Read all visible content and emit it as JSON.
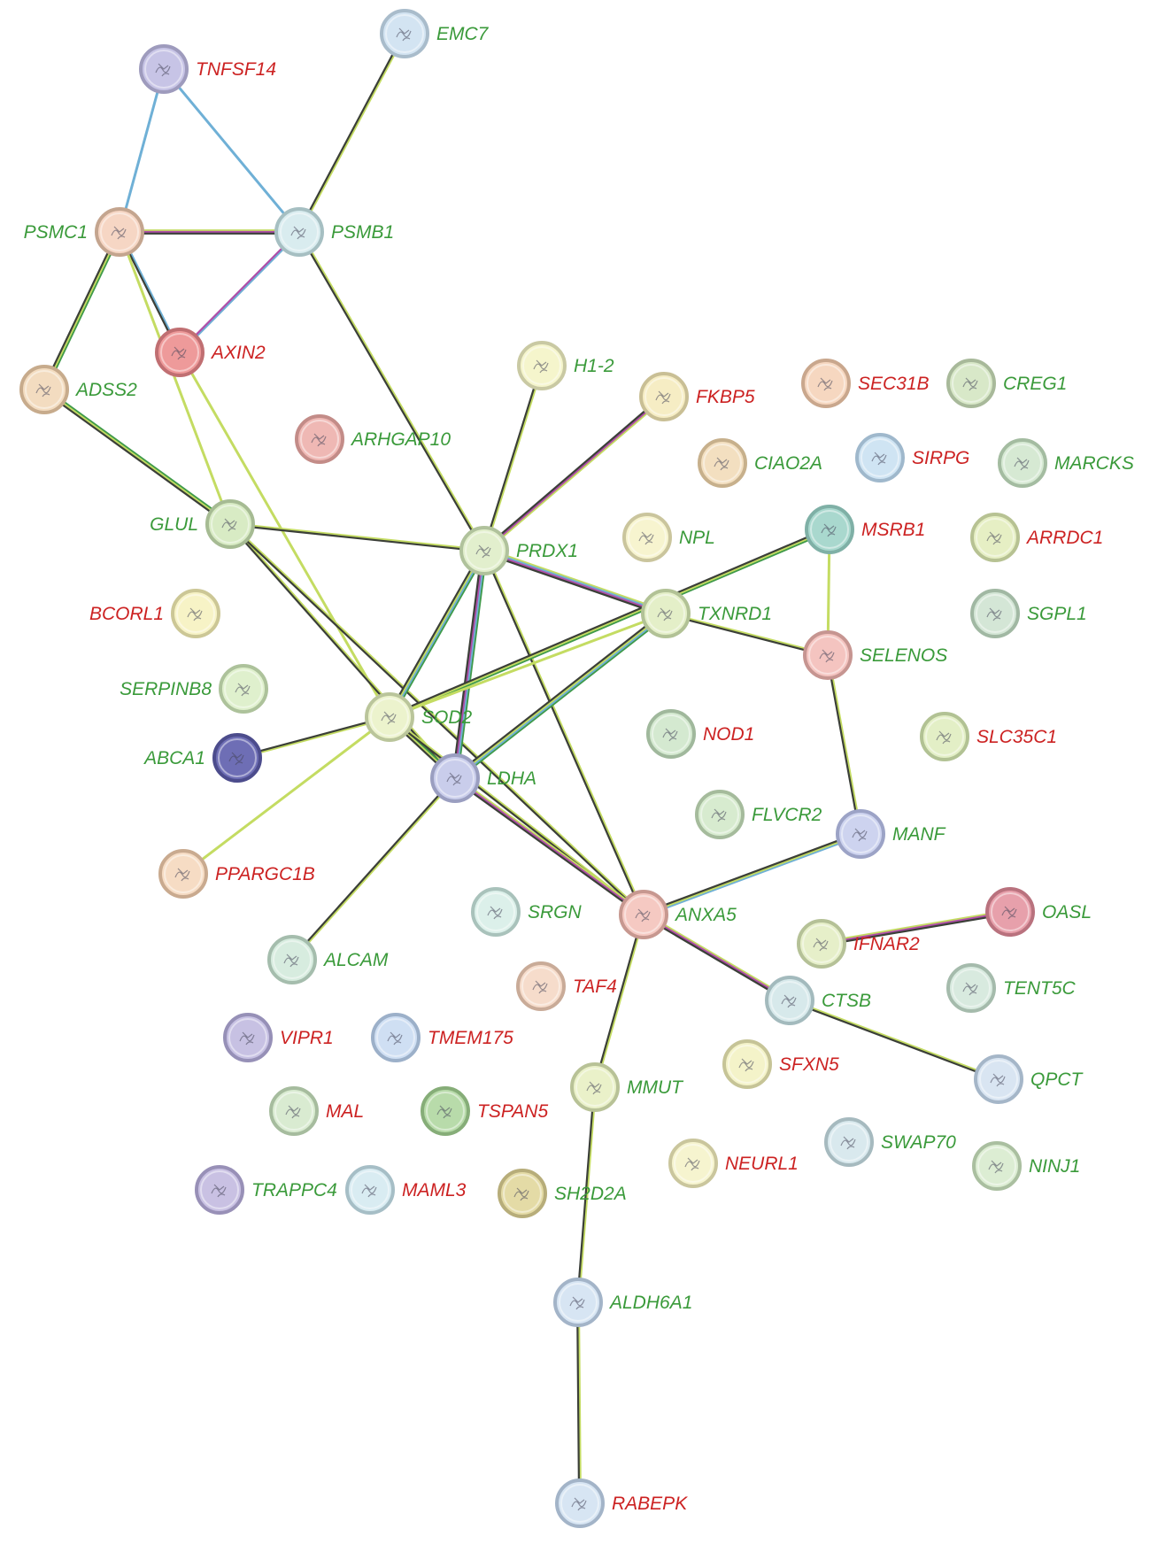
{
  "colors": {
    "label_up": "#cc2222",
    "label_down": "#3a9a3a",
    "edge_black": "#3b3f38",
    "edge_yellow": "#c4dc62",
    "edge_blue": "#6fb0d6",
    "edge_magenta": "#b04ea8",
    "edge_green": "#3f9a4a"
  },
  "nodes": [
    {
      "id": "EMC7",
      "label": "EMC7",
      "dir": "down",
      "fill": "#d3e4f2",
      "ring": "#a9bccb"
    },
    {
      "id": "TNFSF14",
      "label": "TNFSF14",
      "dir": "up",
      "fill": "#c7c4e6",
      "ring": "#9e9bbd"
    },
    {
      "id": "PSMC1",
      "label": "PSMC1",
      "dir": "down",
      "fill": "#f6d6c4",
      "ring": "#c4a58f"
    },
    {
      "id": "PSMB1",
      "label": "PSMB1",
      "dir": "down",
      "fill": "#d9ecef",
      "ring": "#a6bfc2"
    },
    {
      "id": "AXIN2",
      "label": "AXIN2",
      "dir": "up",
      "fill": "#ee9a9a",
      "ring": "#c06f72"
    },
    {
      "id": "ADSS2",
      "label": "ADSS2",
      "dir": "down",
      "fill": "#f3dcc0",
      "ring": "#c7ab8c"
    },
    {
      "id": "H1-2",
      "label": "H1-2",
      "dir": "down",
      "fill": "#f5f5cc",
      "ring": "#c9c9a3"
    },
    {
      "id": "FKBP5",
      "label": "FKBP5",
      "dir": "up",
      "fill": "#f6edc4",
      "ring": "#c9bf95"
    },
    {
      "id": "SEC31B",
      "label": "SEC31B",
      "dir": "up",
      "fill": "#f6d7c0",
      "ring": "#c9a78d"
    },
    {
      "id": "CREG1",
      "label": "CREG1",
      "dir": "down",
      "fill": "#d8e8c8",
      "ring": "#a8b99a"
    },
    {
      "id": "ARHGAP10",
      "label": "ARHGAP10",
      "dir": "down",
      "fill": "#efb8b4",
      "ring": "#c38c88"
    },
    {
      "id": "CIAO2A",
      "label": "CIAO2A",
      "dir": "down",
      "fill": "#f3dfc0",
      "ring": "#c7b08c"
    },
    {
      "id": "SIRPG",
      "label": "SIRPG",
      "dir": "up",
      "fill": "#cfe4f3",
      "ring": "#9fb8cc"
    },
    {
      "id": "MARCKS",
      "label": "MARCKS",
      "dir": "down",
      "fill": "#d6e9d3",
      "ring": "#a4bca1"
    },
    {
      "id": "GLUL",
      "label": "GLUL",
      "dir": "down",
      "fill": "#d8ebc4",
      "ring": "#a6bb93"
    },
    {
      "id": "PRDX1",
      "label": "PRDX1",
      "dir": "down",
      "fill": "#e2efcd",
      "ring": "#b0c29c"
    },
    {
      "id": "NPL",
      "label": "NPL",
      "dir": "down",
      "fill": "#f7f4cf",
      "ring": "#cac59d"
    },
    {
      "id": "MSRB1",
      "label": "MSRB1",
      "dir": "up",
      "fill": "#a9d8ce",
      "ring": "#7fb0a6"
    },
    {
      "id": "ARRDC1",
      "label": "ARRDC1",
      "dir": "up",
      "fill": "#e6efc4",
      "ring": "#b7c293"
    },
    {
      "id": "TXNRD1",
      "label": "TXNRD1",
      "dir": "down",
      "fill": "#e4efc8",
      "ring": "#b2c296"
    },
    {
      "id": "BCORL1",
      "label": "BCORL1",
      "dir": "up",
      "fill": "#f7f3c6",
      "ring": "#ccc796"
    },
    {
      "id": "SGPL1",
      "label": "SGPL1",
      "dir": "down",
      "fill": "#d4e6d6",
      "ring": "#a1b8a3"
    },
    {
      "id": "SELENOS",
      "label": "SELENOS",
      "dir": "down",
      "fill": "#f4c4c0",
      "ring": "#c69591"
    },
    {
      "id": "SERPINB8",
      "label": "SERPINB8",
      "dir": "down",
      "fill": "#dff0cd",
      "ring": "#adc29b"
    },
    {
      "id": "SOD2",
      "label": "SOD2",
      "dir": "down",
      "fill": "#ecf3cd",
      "ring": "#bac59b"
    },
    {
      "id": "ABCA1",
      "label": "ABCA1",
      "dir": "down",
      "fill": "#6e6eb5",
      "ring": "#4c4c8c"
    },
    {
      "id": "LDHA",
      "label": "LDHA",
      "dir": "down",
      "fill": "#c9cdeb",
      "ring": "#9a9ec0"
    },
    {
      "id": "NOD1",
      "label": "NOD1",
      "dir": "up",
      "fill": "#d4e9d0",
      "ring": "#a0b89c"
    },
    {
      "id": "SLC35C1",
      "label": "SLC35C1",
      "dir": "up",
      "fill": "#e3efc6",
      "ring": "#b2c294"
    },
    {
      "id": "FLVCR2",
      "label": "FLVCR2",
      "dir": "down",
      "fill": "#d7ebcf",
      "ring": "#a5bb9c"
    },
    {
      "id": "MANF",
      "label": "MANF",
      "dir": "down",
      "fill": "#cdd3ef",
      "ring": "#9ca3c6"
    },
    {
      "id": "PPARGC1B",
      "label": "PPARGC1B",
      "dir": "up",
      "fill": "#f6dcc4",
      "ring": "#c9aa8f"
    },
    {
      "id": "SRGN",
      "label": "SRGN",
      "dir": "down",
      "fill": "#dcf0ea",
      "ring": "#a9c2bb"
    },
    {
      "id": "ANXA5",
      "label": "ANXA5",
      "dir": "down",
      "fill": "#f5c9c2",
      "ring": "#c79890"
    },
    {
      "id": "OASL",
      "label": "OASL",
      "dir": "down",
      "fill": "#e7a0ab",
      "ring": "#b9727e"
    },
    {
      "id": "IFNAR2",
      "label": "IFNAR2",
      "dir": "up",
      "fill": "#e6efc9",
      "ring": "#b5c197"
    },
    {
      "id": "ALCAM",
      "label": "ALCAM",
      "dir": "down",
      "fill": "#d7ecdf",
      "ring": "#a5bdad"
    },
    {
      "id": "TAF4",
      "label": "TAF4",
      "dir": "up",
      "fill": "#f6dccb",
      "ring": "#c9ab98"
    },
    {
      "id": "TENT5C",
      "label": "TENT5C",
      "dir": "down",
      "fill": "#d8eadf",
      "ring": "#a5bbac"
    },
    {
      "id": "CTSB",
      "label": "CTSB",
      "dir": "down",
      "fill": "#d7e9eb",
      "ring": "#a3babd"
    },
    {
      "id": "VIPR1",
      "label": "VIPR1",
      "dir": "up",
      "fill": "#c7c1e3",
      "ring": "#9690b7"
    },
    {
      "id": "TMEM175",
      "label": "TMEM175",
      "dir": "up",
      "fill": "#cfdff3",
      "ring": "#9cb0c9"
    },
    {
      "id": "SFXN5",
      "label": "SFXN5",
      "dir": "up",
      "fill": "#f4f3c9",
      "ring": "#c6c497"
    },
    {
      "id": "QPCT",
      "label": "QPCT",
      "dir": "down",
      "fill": "#d9e5f2",
      "ring": "#a5b6c8"
    },
    {
      "id": "MMUT",
      "label": "MMUT",
      "dir": "down",
      "fill": "#eaf1c9",
      "ring": "#b8c297"
    },
    {
      "id": "MAL",
      "label": "MAL",
      "dir": "up",
      "fill": "#d9ebd1",
      "ring": "#a6bc9e"
    },
    {
      "id": "TSPAN5",
      "label": "TSPAN5",
      "dir": "up",
      "fill": "#b8dbaa",
      "ring": "#86ad78"
    },
    {
      "id": "SWAP70",
      "label": "SWAP70",
      "dir": "down",
      "fill": "#d9e9ee",
      "ring": "#a6babf"
    },
    {
      "id": "NEURL1",
      "label": "NEURL1",
      "dir": "up",
      "fill": "#f6f4cf",
      "ring": "#cac69d"
    },
    {
      "id": "NINJ1",
      "label": "NINJ1",
      "dir": "down",
      "fill": "#dcedd3",
      "ring": "#aabfa0"
    },
    {
      "id": "TRAPPC4",
      "label": "TRAPPC4",
      "dir": "down",
      "fill": "#c9c1e3",
      "ring": "#9890b7"
    },
    {
      "id": "MAML3",
      "label": "MAML3",
      "dir": "up",
      "fill": "#d9ecf2",
      "ring": "#a6bec6"
    },
    {
      "id": "SH2D2A",
      "label": "SH2D2A",
      "dir": "down",
      "fill": "#e4dba6",
      "ring": "#b7ad7a"
    },
    {
      "id": "ALDH6A1",
      "label": "ALDH6A1",
      "dir": "down",
      "fill": "#d7e5f3",
      "ring": "#a3b4c8"
    },
    {
      "id": "RABEPK",
      "label": "RABEPK",
      "dir": "up",
      "fill": "#d7e5f3",
      "ring": "#a3b4c8"
    }
  ],
  "edges": [
    {
      "source": "TNFSF14",
      "target": "PSMC1",
      "evidence": [
        "blue"
      ]
    },
    {
      "source": "TNFSF14",
      "target": "PSMB1",
      "evidence": [
        "blue"
      ]
    },
    {
      "source": "EMC7",
      "target": "PSMB1",
      "evidence": [
        "yellow",
        "black"
      ]
    },
    {
      "source": "PSMC1",
      "target": "PSMB1",
      "evidence": [
        "yellow",
        "magenta",
        "black"
      ]
    },
    {
      "source": "PSMC1",
      "target": "AXIN2",
      "evidence": [
        "blue",
        "black"
      ]
    },
    {
      "source": "PSMB1",
      "target": "AXIN2",
      "evidence": [
        "blue",
        "magenta"
      ]
    },
    {
      "source": "PSMC1",
      "target": "ADSS2",
      "evidence": [
        "green",
        "yellow",
        "black"
      ]
    },
    {
      "source": "PSMC1",
      "target": "GLUL",
      "evidence": [
        "yellow"
      ]
    },
    {
      "source": "ADSS2",
      "target": "GLUL",
      "evidence": [
        "green",
        "yellow",
        "black"
      ]
    },
    {
      "source": "AXIN2",
      "target": "SOD2",
      "evidence": [
        "yellow"
      ]
    },
    {
      "source": "PSMB1",
      "target": "PRDX1",
      "evidence": [
        "yellow",
        "black"
      ]
    },
    {
      "source": "GLUL",
      "target": "PRDX1",
      "evidence": [
        "yellow",
        "black"
      ]
    },
    {
      "source": "GLUL",
      "target": "LDHA",
      "evidence": [
        "yellow",
        "black"
      ]
    },
    {
      "source": "GLUL",
      "target": "ANXA5",
      "evidence": [
        "yellow",
        "black"
      ]
    },
    {
      "source": "H1-2",
      "target": "PRDX1",
      "evidence": [
        "yellow",
        "black"
      ]
    },
    {
      "source": "FKBP5",
      "target": "PRDX1",
      "evidence": [
        "yellow",
        "magenta",
        "black"
      ]
    },
    {
      "source": "PRDX1",
      "target": "TXNRD1",
      "evidence": [
        "yellow",
        "blue",
        "magenta",
        "black"
      ]
    },
    {
      "source": "PRDX1",
      "target": "SOD2",
      "evidence": [
        "green",
        "blue",
        "yellow",
        "black"
      ]
    },
    {
      "source": "PRDX1",
      "target": "LDHA",
      "evidence": [
        "green",
        "blue",
        "magenta",
        "black"
      ]
    },
    {
      "source": "PRDX1",
      "target": "ANXA5",
      "evidence": [
        "yellow",
        "black"
      ]
    },
    {
      "source": "MSRB1",
      "target": "SOD2",
      "evidence": [
        "green",
        "yellow",
        "black"
      ]
    },
    {
      "source": "MSRB1",
      "target": "SELENOS",
      "evidence": [
        "yellow"
      ]
    },
    {
      "source": "TXNRD1",
      "target": "SELENOS",
      "evidence": [
        "yellow",
        "black"
      ]
    },
    {
      "source": "TXNRD1",
      "target": "SOD2",
      "evidence": [
        "yellow"
      ]
    },
    {
      "source": "TXNRD1",
      "target": "LDHA",
      "evidence": [
        "green",
        "blue",
        "yellow",
        "black"
      ]
    },
    {
      "source": "SELENOS",
      "target": "MANF",
      "evidence": [
        "yellow",
        "black"
      ]
    },
    {
      "source": "SOD2",
      "target": "ABCA1",
      "evidence": [
        "yellow",
        "black"
      ]
    },
    {
      "source": "SOD2",
      "target": "PPARGC1B",
      "evidence": [
        "yellow"
      ]
    },
    {
      "source": "SOD2",
      "target": "LDHA",
      "evidence": [
        "green",
        "yellow",
        "black"
      ]
    },
    {
      "source": "SOD2",
      "target": "ANXA5",
      "evidence": [
        "yellow",
        "black"
      ]
    },
    {
      "source": "LDHA",
      "target": "ANXA5",
      "evidence": [
        "yellow",
        "magenta",
        "black"
      ]
    },
    {
      "source": "LDHA",
      "target": "ALCAM",
      "evidence": [
        "yellow",
        "black"
      ]
    },
    {
      "source": "MANF",
      "target": "ANXA5",
      "evidence": [
        "blue",
        "yellow",
        "black"
      ]
    },
    {
      "source": "ANXA5",
      "target": "CTSB",
      "evidence": [
        "yellow",
        "magenta",
        "black"
      ]
    },
    {
      "source": "ANXA5",
      "target": "MMUT",
      "evidence": [
        "yellow",
        "black"
      ]
    },
    {
      "source": "IFNAR2",
      "target": "OASL",
      "evidence": [
        "yellow",
        "magenta",
        "black"
      ]
    },
    {
      "source": "CTSB",
      "target": "QPCT",
      "evidence": [
        "yellow",
        "black"
      ]
    },
    {
      "source": "MMUT",
      "target": "ALDH6A1",
      "evidence": [
        "yellow",
        "black"
      ]
    },
    {
      "source": "ALDH6A1",
      "target": "RABEPK",
      "evidence": [
        "yellow",
        "black"
      ]
    }
  ]
}
